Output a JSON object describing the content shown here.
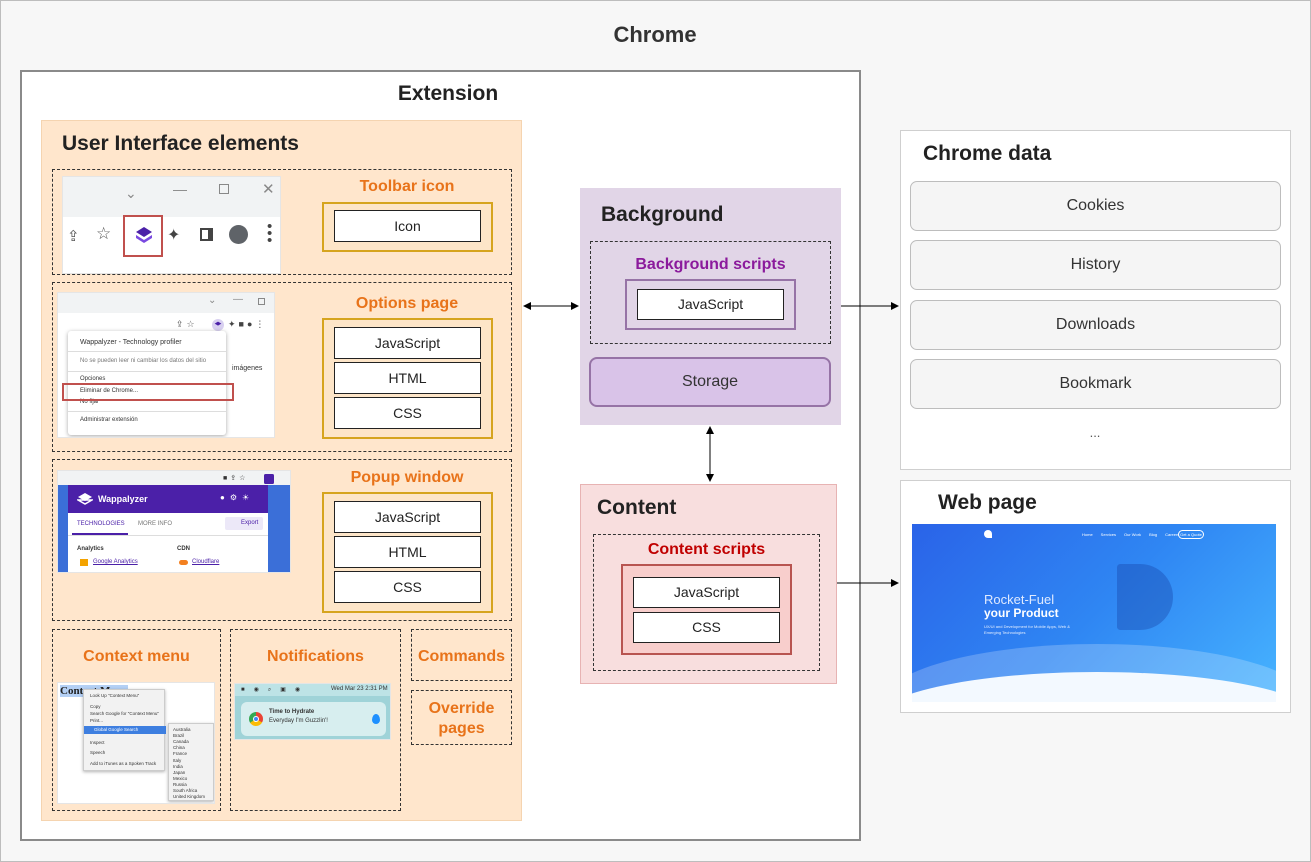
{
  "chrome_title": "Chrome",
  "extension": {
    "title": "Extension",
    "ui_elements": {
      "title": "User Interface elements",
      "toolbar_icon": {
        "title": "Toolbar icon",
        "items": [
          "Icon"
        ]
      },
      "options_page": {
        "title": "Options page",
        "items": [
          "JavaScript",
          "HTML",
          "CSS"
        ]
      },
      "popup_window": {
        "title": "Popup window",
        "items": [
          "JavaScript",
          "HTML",
          "CSS"
        ]
      },
      "context_menu": {
        "title": "Context menu"
      },
      "notifications": {
        "title": "Notifications"
      },
      "commands": {
        "title": "Commands"
      },
      "override_pages": {
        "title": "Override pages"
      }
    },
    "background": {
      "title": "Background",
      "scripts_title": "Background scripts",
      "scripts_items": [
        "JavaScript"
      ],
      "storage": "Storage"
    },
    "content": {
      "title": "Content",
      "scripts_title": "Content scripts",
      "scripts_items": [
        "JavaScript",
        "CSS"
      ]
    }
  },
  "chrome_data": {
    "title": "Chrome data",
    "items": [
      "Cookies",
      "History",
      "Downloads",
      "Bookmark"
    ],
    "more": "..."
  },
  "web_page": {
    "title": "Web page",
    "hero_line1": "Rocket-Fuel",
    "hero_line2": "your Product",
    "hero_sub": "UX/UI and Development for Mobile Apps, Web & Emerging Technologies",
    "nav": [
      "Home",
      "Services",
      "Our Work",
      "Blog",
      "Careers"
    ],
    "cta": "Get a Quote"
  },
  "screens": {
    "options": {
      "header": "Wappalyzer - Technology profiler",
      "note": "No se pueden leer ni cambiar los datos del sitio",
      "menu": [
        "Opciones",
        "Eliminar de Chrome...",
        "No fijar",
        "Administrar extensión"
      ],
      "side": "imágenes"
    },
    "popup": {
      "brand": "Wappalyzer",
      "tabs": [
        "TECHNOLOGIES",
        "MORE INFO"
      ],
      "export": "Export",
      "col1_head": "Analytics",
      "col1_item": "Google Analytics",
      "col2_head": "CDN",
      "col2_item": "Cloudflare"
    },
    "context": {
      "selected": "Context Menu",
      "items": [
        "Look Up \"Context Menu\"",
        "Copy",
        "Search Google for \"Context Menu\"",
        "Print...",
        "Global Google Search",
        "Inspect",
        "Speech",
        "Add to iTunes as a Spoken Track"
      ],
      "countries": [
        "Australia",
        "Brazil",
        "Canada",
        "China",
        "France",
        "Italy",
        "India",
        "Japan",
        "Mexico",
        "Russia",
        "South Africa",
        "United Kingdom"
      ]
    },
    "notif": {
      "time": "Wed Mar 23  2:31 PM",
      "title": "Time to Hydrate",
      "body": "Everyday I'm Guzzlin'!"
    }
  },
  "colors": {
    "ui_fill": "#ffe6cc",
    "orange_text": "#e8731a",
    "container_border": "#d6a41e",
    "background_fill": "#e1d5e7",
    "background_accent": "#9673a6",
    "background_scripts_text": "#8b1a9c",
    "content_fill": "#f8dede",
    "content_accent": "#b85450",
    "content_scripts_text": "#c00000"
  }
}
